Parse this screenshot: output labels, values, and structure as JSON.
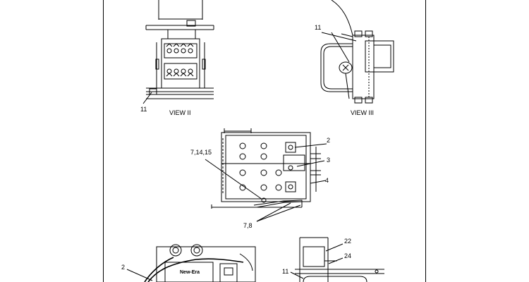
{
  "view_labels": {
    "view2": "VIEW II",
    "view3": "VIEW III"
  },
  "callouts": {
    "view2_11": "11",
    "view3_11": "11",
    "mid_2": "2",
    "mid_3": "3",
    "mid_4": "4",
    "mid_7_14_15": "7,14,15",
    "mid_7_8": "7,8",
    "bl_2": "2",
    "br_22": "22",
    "br_24": "24",
    "br_11": "11"
  },
  "battery_logo": "New-Era",
  "colors": {
    "ink": "#000000",
    "paper": "#ffffff"
  }
}
